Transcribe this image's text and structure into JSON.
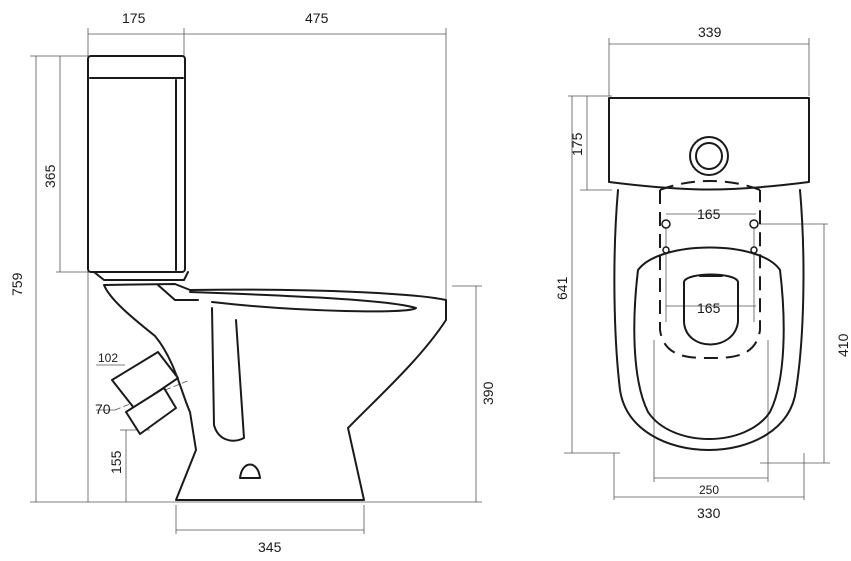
{
  "side_view": {
    "dim_tank_depth": "175",
    "dim_bowl_length": "475",
    "dim_tank_height": "365",
    "dim_total_height": "759",
    "dim_outlet_diameter": "102",
    "dim_outlet_inner": "70",
    "dim_outlet_height": "155",
    "dim_seat_height": "390",
    "dim_base_length": "345"
  },
  "top_view": {
    "dim_tank_width": "339",
    "dim_tank_depth": "175",
    "dim_mount_spacing_top": "165",
    "dim_mount_spacing_seat": "165",
    "dim_total_length": "641",
    "dim_bowl_length": "410",
    "dim_opening_width": "250",
    "dim_bowl_width": "330"
  }
}
